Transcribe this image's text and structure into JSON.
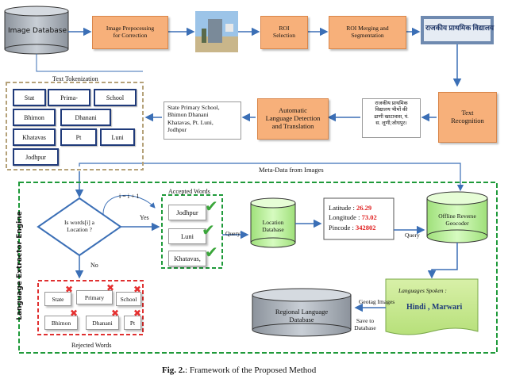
{
  "nodes": {
    "image_database": "Image Database",
    "preprocessing": [
      "Image Prepocessing",
      "for Correction"
    ],
    "roi_selection": [
      "ROI",
      "Selection"
    ],
    "roi_merging": [
      "ROI Merging and",
      "Segmentation"
    ],
    "text_recognition": [
      "Text",
      "Recognition"
    ],
    "lang_detect": [
      "Automatic",
      "Language Detection",
      "and Translation"
    ],
    "location_db": [
      "Location",
      "Database"
    ],
    "geocoder": [
      "Offline Reverse",
      "Geocoder"
    ],
    "regional_db": [
      "Regional Language",
      "Database"
    ],
    "decision": [
      "Is words[i] a",
      "Location ?"
    ]
  },
  "hindi_text": [
    "राजकीय प्राथमिक",
    "विद्यालय भीमों की",
    "ढाणी खाटावास, पं.",
    "स. लूणी,जोधपुर।"
  ],
  "translated_text": [
    "State Primary School,",
    "Bhimon Dhanani",
    "Khatavas, Pt. Luni,",
    "Jodhpur"
  ],
  "sign_photo_text": "राजकीय प्राथमिक विद्यालय",
  "labels": {
    "text_tokenization": "Text Tokenization",
    "meta_data": "Meta-Data from Images",
    "engine": "Language Extractor Engine",
    "accepted_words": "Accepted Words",
    "rejected_words": "Rejected Words",
    "yes": "Yes",
    "no": "No",
    "increment": "i = i + 1",
    "query1": "Query",
    "query2": "Query",
    "geotag": "Geotag Images",
    "save": [
      "Save to",
      "Database"
    ],
    "caption_bold": "Fig. 2.",
    "caption_rest": ": Framework of the Proposed Method"
  },
  "tokens": [
    "Stat",
    "Prima-",
    "School",
    "Bhimon",
    "Dhanani",
    "Khatavas",
    "Pt",
    "Luni",
    "Jodhpur"
  ],
  "accepted": [
    "Jodhpur",
    "Luni",
    "Khatavas,"
  ],
  "rejected": [
    "State",
    "Primary",
    "School",
    "Bhimon",
    "Dhanani",
    "Pt"
  ],
  "location_result": {
    "lat_label": "Latitude : ",
    "lat_value": "26.29",
    "lon_label": "Longitude : ",
    "lon_value": "73.02",
    "pin_label": "Pincode : ",
    "pin_value": "342802"
  },
  "languages": {
    "title": "Languages Spoken :",
    "value": "Hindi , Marwari"
  },
  "colors": {
    "orange_box": "#f7b07a",
    "arrow_blue": "#3b6fb6",
    "green_dash": "#1f9a3a",
    "red_dash": "#e03030",
    "value_red": "#e02020",
    "cylinder_green": "#b8ef9a",
    "cylinder_gray": "#9aa3ad"
  }
}
